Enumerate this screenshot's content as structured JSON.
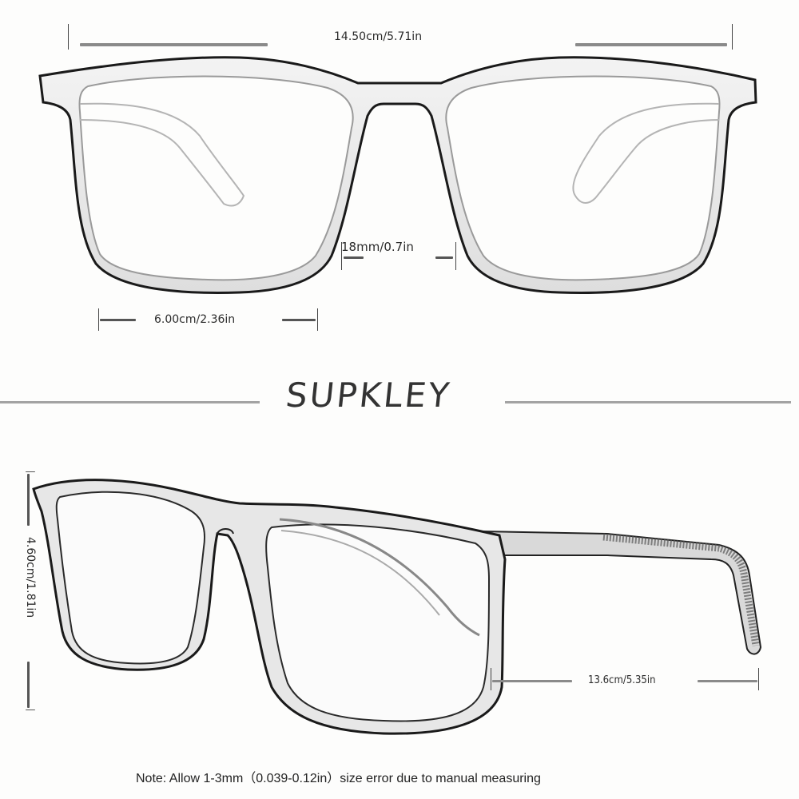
{
  "brand": {
    "name": "SUPKLEY"
  },
  "front_view": {
    "total_width_label": "14.50cm/5.71in",
    "bridge_width_label": "18mm/0.7in",
    "lens_width_label": "6.00cm/2.36in"
  },
  "side_view": {
    "lens_height_label": "4.60cm/1.81in",
    "temple_length_label": "13.6cm/5.35in"
  },
  "footer": {
    "note": "Note: Allow 1-3mm（0.039-0.12in）size error due to manual measuring"
  },
  "colors": {
    "background": "#fdfdfc",
    "frame_outline": "#1a1a1a",
    "frame_fill": "#e6e6e6",
    "dimension_line": "#8a8a8a",
    "text": "#2b2b2b"
  }
}
